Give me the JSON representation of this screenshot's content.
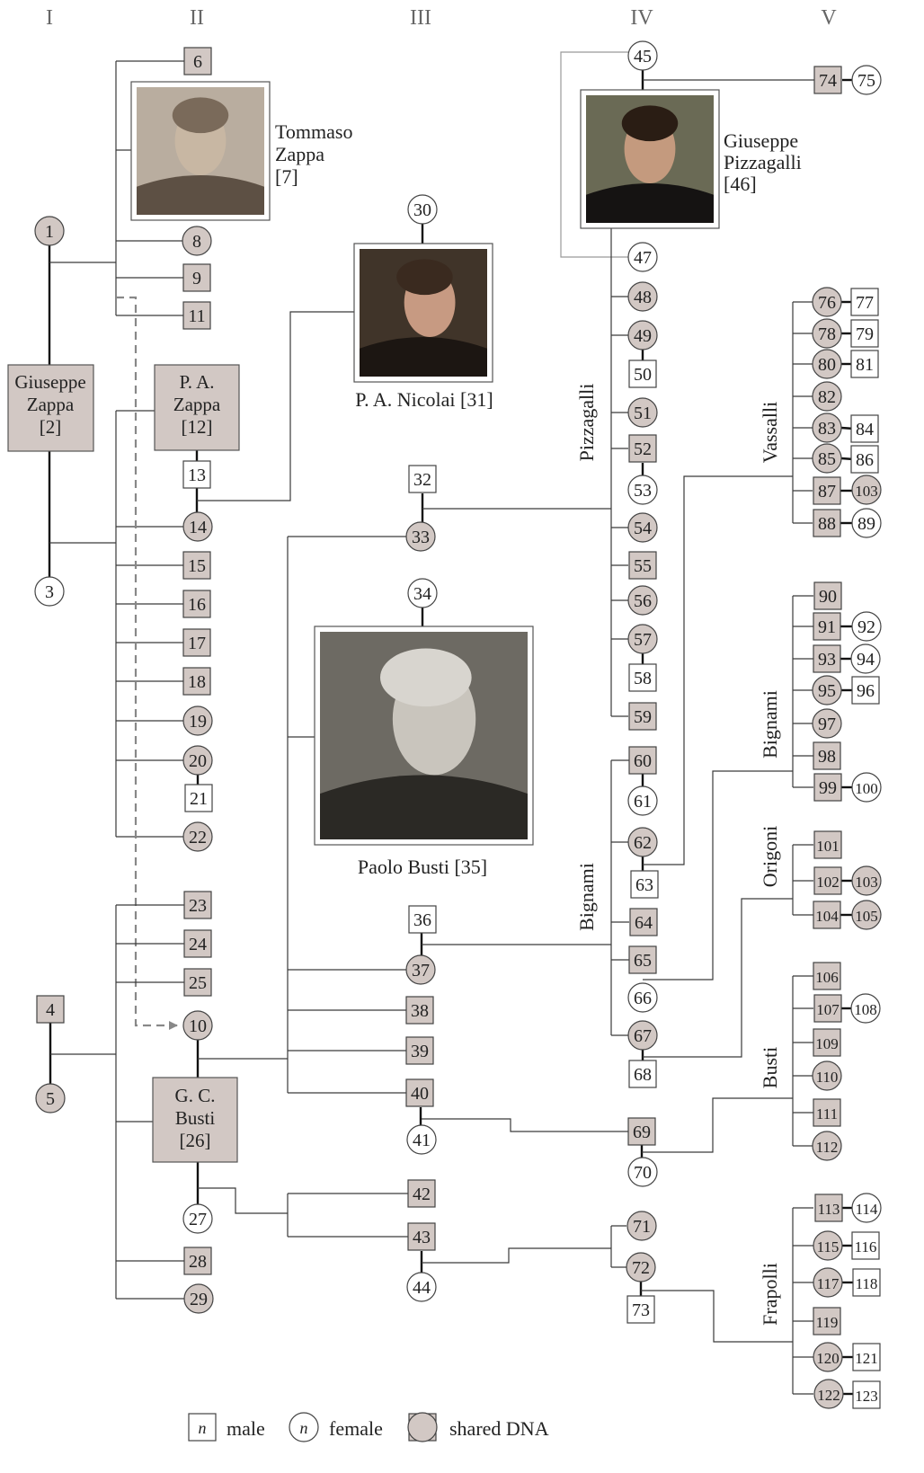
{
  "generations": [
    "I",
    "II",
    "III",
    "IV",
    "V"
  ],
  "shared_color": "#d2c8c4",
  "plain_color": "#ffffff",
  "line_color": "#3a3a3a",
  "arrow_color": "#888888",
  "individuals": [
    {
      "id": "1",
      "sex": "female",
      "shared": true
    },
    {
      "id": "3",
      "sex": "female",
      "shared": false
    },
    {
      "id": "4",
      "sex": "male",
      "shared": true
    },
    {
      "id": "5",
      "sex": "female",
      "shared": true
    },
    {
      "id": "6",
      "sex": "male",
      "shared": true
    },
    {
      "id": "8",
      "sex": "female",
      "shared": true
    },
    {
      "id": "9",
      "sex": "male",
      "shared": true
    },
    {
      "id": "11",
      "sex": "male",
      "shared": true
    },
    {
      "id": "13",
      "sex": "male",
      "shared": false
    },
    {
      "id": "14",
      "sex": "female",
      "shared": true
    },
    {
      "id": "15",
      "sex": "male",
      "shared": true
    },
    {
      "id": "16",
      "sex": "male",
      "shared": true
    },
    {
      "id": "17",
      "sex": "male",
      "shared": true
    },
    {
      "id": "18",
      "sex": "male",
      "shared": true
    },
    {
      "id": "19",
      "sex": "female",
      "shared": true
    },
    {
      "id": "20",
      "sex": "female",
      "shared": true
    },
    {
      "id": "21",
      "sex": "male",
      "shared": false
    },
    {
      "id": "22",
      "sex": "female",
      "shared": true
    },
    {
      "id": "23",
      "sex": "male",
      "shared": true
    },
    {
      "id": "24",
      "sex": "male",
      "shared": true
    },
    {
      "id": "25",
      "sex": "male",
      "shared": true
    },
    {
      "id": "10",
      "sex": "female",
      "shared": true
    },
    {
      "id": "27",
      "sex": "female",
      "shared": false
    },
    {
      "id": "28",
      "sex": "male",
      "shared": true
    },
    {
      "id": "29",
      "sex": "female",
      "shared": true
    },
    {
      "id": "30",
      "sex": "female",
      "shared": false
    },
    {
      "id": "32",
      "sex": "male",
      "shared": false
    },
    {
      "id": "33",
      "sex": "female",
      "shared": true
    },
    {
      "id": "34",
      "sex": "female",
      "shared": false
    },
    {
      "id": "36",
      "sex": "male",
      "shared": false
    },
    {
      "id": "37",
      "sex": "female",
      "shared": true
    },
    {
      "id": "38",
      "sex": "male",
      "shared": true
    },
    {
      "id": "39",
      "sex": "male",
      "shared": true
    },
    {
      "id": "40",
      "sex": "male",
      "shared": true
    },
    {
      "id": "41",
      "sex": "female",
      "shared": false
    },
    {
      "id": "42",
      "sex": "male",
      "shared": true
    },
    {
      "id": "43",
      "sex": "male",
      "shared": true
    },
    {
      "id": "44",
      "sex": "female",
      "shared": false
    },
    {
      "id": "45",
      "sex": "female",
      "shared": false
    },
    {
      "id": "47",
      "sex": "female",
      "shared": false
    },
    {
      "id": "48",
      "sex": "female",
      "shared": true
    },
    {
      "id": "49",
      "sex": "female",
      "shared": true
    },
    {
      "id": "50",
      "sex": "male",
      "shared": false
    },
    {
      "id": "51",
      "sex": "female",
      "shared": true
    },
    {
      "id": "52",
      "sex": "male",
      "shared": true
    },
    {
      "id": "53",
      "sex": "female",
      "shared": false
    },
    {
      "id": "54",
      "sex": "female",
      "shared": true
    },
    {
      "id": "55",
      "sex": "male",
      "shared": true
    },
    {
      "id": "56",
      "sex": "female",
      "shared": true
    },
    {
      "id": "57",
      "sex": "female",
      "shared": true
    },
    {
      "id": "58",
      "sex": "male",
      "shared": false
    },
    {
      "id": "59",
      "sex": "male",
      "shared": true
    },
    {
      "id": "60",
      "sex": "male",
      "shared": true
    },
    {
      "id": "61",
      "sex": "female",
      "shared": false
    },
    {
      "id": "62",
      "sex": "female",
      "shared": true
    },
    {
      "id": "63",
      "sex": "male",
      "shared": false
    },
    {
      "id": "64",
      "sex": "male",
      "shared": true
    },
    {
      "id": "65",
      "sex": "male",
      "shared": true
    },
    {
      "id": "66",
      "sex": "female",
      "shared": false
    },
    {
      "id": "67",
      "sex": "female",
      "shared": true
    },
    {
      "id": "68",
      "sex": "male",
      "shared": false
    },
    {
      "id": "69",
      "sex": "male",
      "shared": true
    },
    {
      "id": "70",
      "sex": "female",
      "shared": false
    },
    {
      "id": "71",
      "sex": "female",
      "shared": true
    },
    {
      "id": "72",
      "sex": "female",
      "shared": true
    },
    {
      "id": "73",
      "sex": "male",
      "shared": false
    },
    {
      "id": "74",
      "sex": "male",
      "shared": true
    },
    {
      "id": "75",
      "sex": "female",
      "shared": false
    },
    {
      "id": "76",
      "sex": "female",
      "shared": true
    },
    {
      "id": "77",
      "sex": "male",
      "shared": false
    },
    {
      "id": "78",
      "sex": "female",
      "shared": true
    },
    {
      "id": "79",
      "sex": "male",
      "shared": false
    },
    {
      "id": "80",
      "sex": "female",
      "shared": true
    },
    {
      "id": "81",
      "sex": "male",
      "shared": false
    },
    {
      "id": "82",
      "sex": "female",
      "shared": true
    },
    {
      "id": "83",
      "sex": "female",
      "shared": true
    },
    {
      "id": "84",
      "sex": "male",
      "shared": false
    },
    {
      "id": "85",
      "sex": "female",
      "shared": true
    },
    {
      "id": "86",
      "sex": "male",
      "shared": false
    },
    {
      "id": "87",
      "sex": "male",
      "shared": true
    },
    {
      "id": "103",
      "sex": "female",
      "shared": true
    },
    {
      "id": "88",
      "sex": "male",
      "shared": true
    },
    {
      "id": "89",
      "sex": "female",
      "shared": false
    },
    {
      "id": "90",
      "sex": "male",
      "shared": true
    },
    {
      "id": "91",
      "sex": "male",
      "shared": true
    },
    {
      "id": "92",
      "sex": "female",
      "shared": false
    },
    {
      "id": "93",
      "sex": "male",
      "shared": true
    },
    {
      "id": "94",
      "sex": "female",
      "shared": false
    },
    {
      "id": "95",
      "sex": "female",
      "shared": true
    },
    {
      "id": "96",
      "sex": "male",
      "shared": false
    },
    {
      "id": "97",
      "sex": "female",
      "shared": true
    },
    {
      "id": "98",
      "sex": "male",
      "shared": true
    },
    {
      "id": "99",
      "sex": "male",
      "shared": true
    },
    {
      "id": "100",
      "sex": "female",
      "shared": false
    },
    {
      "id": "101",
      "sex": "male",
      "shared": true
    },
    {
      "id": "102",
      "sex": "male",
      "shared": true
    },
    {
      "id": "103",
      "sex": "female",
      "shared": true
    },
    {
      "id": "104",
      "sex": "male",
      "shared": true
    },
    {
      "id": "105",
      "sex": "female",
      "shared": true
    },
    {
      "id": "106",
      "sex": "male",
      "shared": true
    },
    {
      "id": "107",
      "sex": "male",
      "shared": true
    },
    {
      "id": "108",
      "sex": "female",
      "shared": false
    },
    {
      "id": "109",
      "sex": "male",
      "shared": true
    },
    {
      "id": "110",
      "sex": "female",
      "shared": true
    },
    {
      "id": "111",
      "sex": "male",
      "shared": true
    },
    {
      "id": "112",
      "sex": "female",
      "shared": true
    },
    {
      "id": "113",
      "sex": "male",
      "shared": true
    },
    {
      "id": "114",
      "sex": "female",
      "shared": false
    },
    {
      "id": "115",
      "sex": "female",
      "shared": true
    },
    {
      "id": "116",
      "sex": "male",
      "shared": false
    },
    {
      "id": "117",
      "sex": "female",
      "shared": true
    },
    {
      "id": "118",
      "sex": "male",
      "shared": false
    },
    {
      "id": "119",
      "sex": "male",
      "shared": true
    },
    {
      "id": "120",
      "sex": "female",
      "shared": true
    },
    {
      "id": "121",
      "sex": "male",
      "shared": false
    },
    {
      "id": "122",
      "sex": "female",
      "shared": true
    },
    {
      "id": "123",
      "sex": "male",
      "shared": false
    }
  ],
  "big_boxes": [
    {
      "lines": [
        "Giuseppe",
        "Zappa",
        "[2]"
      ]
    },
    {
      "lines": [
        "P. A.",
        "Zappa",
        "[12]"
      ]
    },
    {
      "lines": [
        "G. C.",
        "Busti",
        "[26]"
      ]
    }
  ],
  "portraits": [
    {
      "caption_lines": [
        "Tommaso",
        "Zappa",
        "[7]"
      ],
      "icon": "portrait-icon"
    },
    {
      "caption_lines": [
        "P. A. Nicolai [31]"
      ],
      "icon": "portrait-icon"
    },
    {
      "caption_lines": [
        "Paolo Busti [35]"
      ],
      "icon": "portrait-icon"
    },
    {
      "caption_lines": [
        "Giuseppe",
        "Pizzagalli",
        "[46]"
      ],
      "icon": "portrait-icon"
    }
  ],
  "family_labels": [
    "Pizzagalli",
    "Bignami",
    "Vassalli",
    "Bignami",
    "Origoni",
    "Busti",
    "Frapolli"
  ],
  "legend": {
    "symbol": "n",
    "male": "male",
    "female": "female",
    "shared": "shared DNA"
  }
}
